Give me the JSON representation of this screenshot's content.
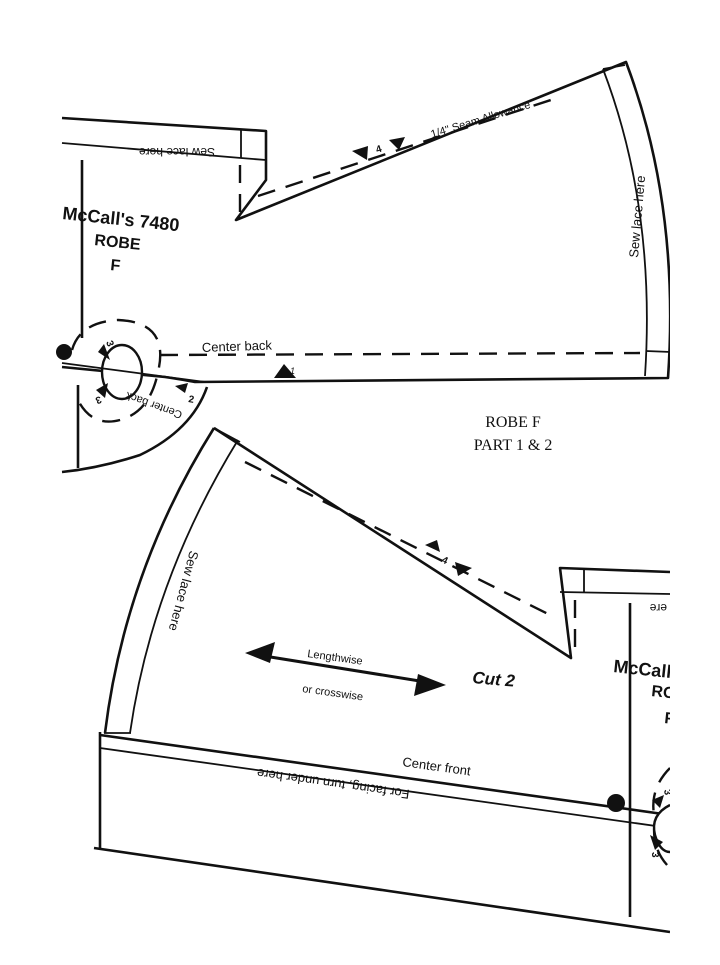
{
  "pattern": {
    "title": "ROBE F",
    "subtitle": "PART 1 & 2",
    "brand": "McCall's 7480",
    "brand_line2": "ROBE",
    "brand_line3": "F",
    "brand_partial_line1": "McCall",
    "brand_partial_line2": "RO",
    "brand_partial_line3": "F"
  },
  "back_piece": {
    "seam_allowance": "1/4\" Seam Allowance",
    "sew_lace_side": "Sew lace here",
    "sew_lace_top": "Sew lace here",
    "center_back": "Center back",
    "center_back_small": "Center back",
    "notch_1": "1",
    "notch_2": "2",
    "notch_3a": "3",
    "notch_3b": "3",
    "notch_4": "4"
  },
  "front_piece": {
    "sew_lace_side": "Sew lace here",
    "grainline_line1": "Lengthwise",
    "grainline_line2": "or crosswise",
    "cut": "Cut 2",
    "center_front": "Center front",
    "facing": "For facing, turn under here",
    "notch_4": "4",
    "notch_3a": "3",
    "notch_3b": "3",
    "sew_lace_partial": "ere"
  }
}
